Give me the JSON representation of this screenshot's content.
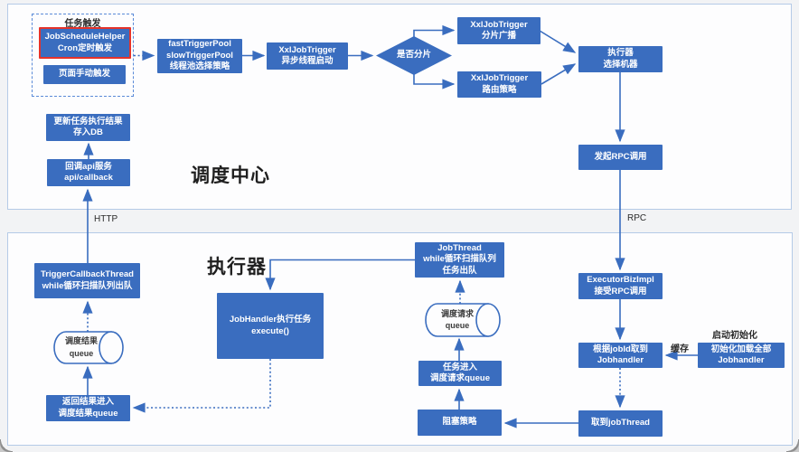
{
  "colors": {
    "node_blue": "#3a6dbf",
    "highlight_red": "#e5332a",
    "line_blue": "#3a6dbf",
    "panel_border": "#b5cbe7",
    "label_dark": "#2b2b2b"
  },
  "titles": {
    "scheduler": "调度中心",
    "executor": "执行器"
  },
  "labels": {
    "trigger_group": "任务触发",
    "http": "HTTP",
    "rpc": "RPC",
    "cache": "缓存",
    "startup_init": "启动初始化"
  },
  "nodes": {
    "job_schedule_helper": {
      "lines": [
        "JobScheduleHelper",
        "Cron定时触发"
      ]
    },
    "manual_trigger": {
      "lines": [
        "页面手动触发"
      ]
    },
    "trigger_pool": {
      "lines": [
        "fastTriggerPool",
        "slowTriggerPool",
        "线程池选择策略"
      ]
    },
    "xxl_trigger_start": {
      "lines": [
        "XxlJobTrigger",
        "异步线程启动"
      ]
    },
    "shard_decision": {
      "lines": [
        "是否分片"
      ]
    },
    "shard_broadcast": {
      "lines": [
        "XxlJobTrigger",
        "分片广播"
      ]
    },
    "route_strategy": {
      "lines": [
        "XxlJobTrigger",
        "路由策略"
      ]
    },
    "select_machine": {
      "lines": [
        "执行器",
        "选择机器"
      ]
    },
    "rpc_call": {
      "lines": [
        "发起RPC调用"
      ]
    },
    "update_db": {
      "lines": [
        "更新任务执行结果",
        "存入DB"
      ]
    },
    "callback_api": {
      "lines": [
        "回调api服务",
        "api/callback"
      ]
    },
    "trigger_callback_thread": {
      "lines": [
        "TriggerCallbackThread",
        "while循环扫描队列出队"
      ]
    },
    "result_queue": {
      "lines": [
        "调度结果",
        "queue"
      ]
    },
    "return_result": {
      "lines": [
        "返回结果进入",
        "调度结果queue"
      ]
    },
    "job_handler": {
      "lines": [
        "JobHandler执行任务",
        "execute()"
      ]
    },
    "job_thread": {
      "lines": [
        "JobThread",
        "while循环扫描队列",
        "任务出队"
      ]
    },
    "request_queue": {
      "lines": [
        "调度请求",
        "queue"
      ]
    },
    "task_enqueue": {
      "lines": [
        "任务进入",
        "调度请求queue"
      ]
    },
    "block_strategy": {
      "lines": [
        "阻塞策略"
      ]
    },
    "executor_biz": {
      "lines": [
        "ExecutorBizImpl",
        "接受RPC调用"
      ]
    },
    "get_jobhandler": {
      "lines": [
        "根据jobId取到",
        "Jobhandler"
      ]
    },
    "init_load_all": {
      "lines": [
        "初始化加载全部",
        "Jobhandler"
      ]
    },
    "get_jobthread": {
      "lines": [
        "取到jobThread"
      ]
    }
  }
}
